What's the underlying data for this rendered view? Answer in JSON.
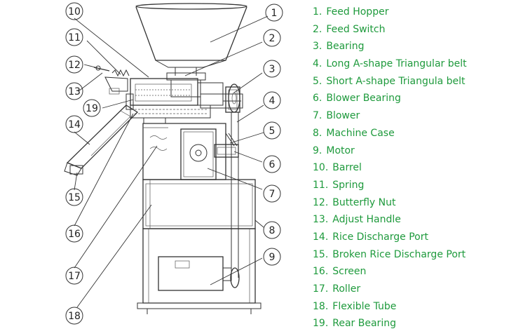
{
  "callouts": [
    {
      "id": "1"
    },
    {
      "id": "2"
    },
    {
      "id": "3"
    },
    {
      "id": "4"
    },
    {
      "id": "5"
    },
    {
      "id": "6"
    },
    {
      "id": "7"
    },
    {
      "id": "8"
    },
    {
      "id": "9"
    },
    {
      "id": "10"
    },
    {
      "id": "11"
    },
    {
      "id": "12"
    },
    {
      "id": "13"
    },
    {
      "id": "14"
    },
    {
      "id": "15"
    },
    {
      "id": "16"
    },
    {
      "id": "17"
    },
    {
      "id": "18"
    },
    {
      "id": "19"
    }
  ],
  "legend": [
    {
      "num": "1.",
      "label": "Feed Hopper"
    },
    {
      "num": "2.",
      "label": "Feed Switch"
    },
    {
      "num": "3.",
      "label": "Bearing"
    },
    {
      "num": "4.",
      "label": "Long A-shape Triangular belt"
    },
    {
      "num": "5.",
      "label": "Short A-shape Triangula belt"
    },
    {
      "num": "6.",
      "label": "Blower Bearing"
    },
    {
      "num": "7.",
      "label": "Blower"
    },
    {
      "num": "8.",
      "label": "Machine Case"
    },
    {
      "num": "9.",
      "label": "Motor"
    },
    {
      "num": "10.",
      "label": "Barrel"
    },
    {
      "num": "11.",
      "label": "Spring"
    },
    {
      "num": "12.",
      "label": "Butterfly Nut"
    },
    {
      "num": "13.",
      "label": "Adjust Handle"
    },
    {
      "num": "14.",
      "label": "Rice Discharge Port"
    },
    {
      "num": "15.",
      "label": "Broken Rice Discharge Port"
    },
    {
      "num": "16.",
      "label": "Screen"
    },
    {
      "num": "17.",
      "label": "Roller"
    },
    {
      "num": "18.",
      "label": "Flexible Tube"
    },
    {
      "num": "19.",
      "label": "Rear Bearing"
    }
  ],
  "colors": {
    "legend_text": "#1e9a3c",
    "line": "#333333"
  }
}
